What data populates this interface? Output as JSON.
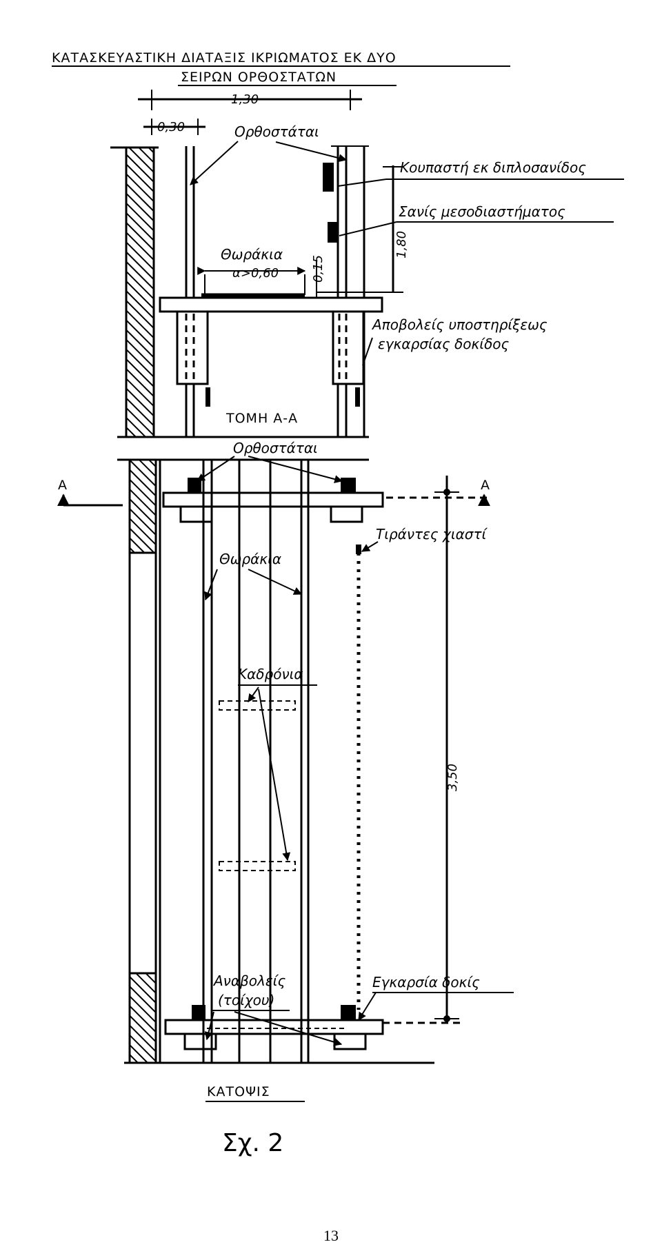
{
  "title_line1": "ΚΑΤΑΣΚΕΥΑΣΤΙΚΗ ΔΙΑΤΑΞΙΣ ΙΚΡΙΩΜΑΤΟΣ ΕΚ ΔΥΟ",
  "title_line2": "ΣΕΙΡΩΝ ΟΡΘΟΣΤΑΤΩΝ",
  "section": {
    "dim_width": "1,30",
    "dim_wall_gap": "0,30",
    "dim_height": "1,80",
    "dim_plank": "α>0,60",
    "dim_plank_small": "0,15",
    "label_uprights": "Ορθοστάται",
    "label_guardrail": "Κουπαστή εκ διπλοσανίδος",
    "label_midrail": "Σανίς μεσοδιαστήματος",
    "label_planks": "Θωράκια",
    "label_supports_line1": "Αποβολείς υποστηρίξεως",
    "label_supports_line2": "εγκαρσίας δοκίδος"
  },
  "plan": {
    "section_title": "ΤΟΜΗ Α-Α",
    "label_uprights": "Ορθοστάται",
    "section_mark": "A",
    "label_ties": "Τιράντες χιαστί",
    "label_planks": "Θωράκια",
    "label_cleats": "Καδρόνια",
    "dim_height": "3,50",
    "label_wall_ties_line1": "Αναβολείς",
    "label_wall_ties_line2": "(τοίχου)",
    "label_beam": "Εγκαρσία δοκίς",
    "view_title": "ΚΑΤΟΨΙΣ"
  },
  "figure_label": "Σχ. 2",
  "page_number": "13"
}
